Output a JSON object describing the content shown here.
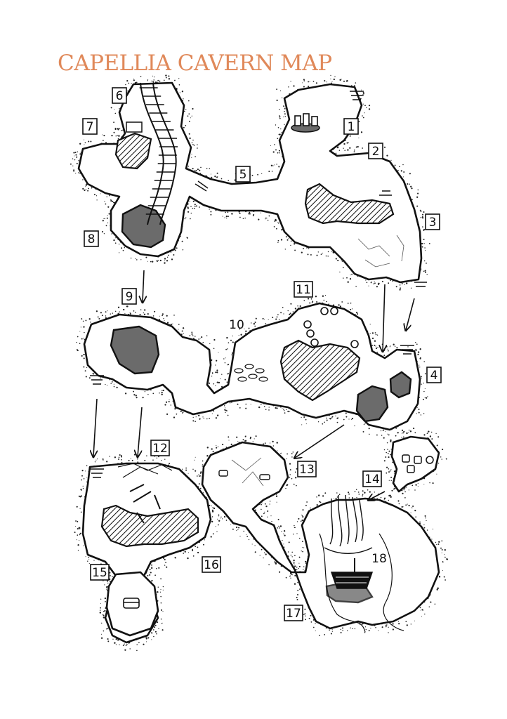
{
  "title": "CAPELLIA CAVERN MAP",
  "colors": {
    "title": "#e0895a",
    "ink": "#111111",
    "pool": "#6b6b6b",
    "paper": "#ffffff"
  },
  "labels": [
    "1",
    "2",
    "3",
    "4",
    "5",
    "6",
    "7",
    "8",
    "9",
    "10",
    "11",
    "12",
    "13",
    "14",
    "15",
    "16",
    "17",
    "18"
  ],
  "icons": [
    "stairs-icon",
    "rail-track-icon",
    "mine-cart-icon",
    "boat-icon",
    "waterfall-icon",
    "treasure-chest-icon",
    "barrel-icon",
    "pool-icon",
    "rubble-icon",
    "arrow-icon"
  ]
}
